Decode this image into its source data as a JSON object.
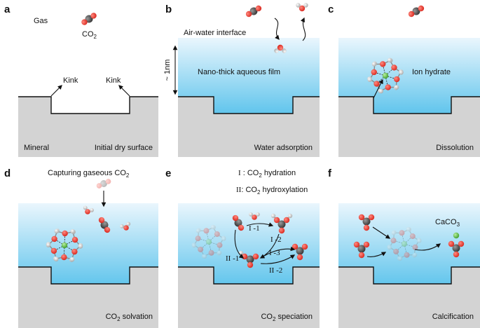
{
  "panels": {
    "a": {
      "letter": "a",
      "gas_label": "Gas",
      "co2_main": "CO",
      "co2_sub": "2",
      "kink_left": "Kink",
      "kink_right": "Kink",
      "mineral_label": "Mineral",
      "caption": "Initial dry surface"
    },
    "b": {
      "letter": "b",
      "interface_label": "Air-water interface",
      "film_label": "Nano-thick aqueous film",
      "thickness_label": "~ 1nm",
      "caption": "Water adsorption"
    },
    "c": {
      "letter": "c",
      "ion_label": "Ion hydrate",
      "caption": "Dissolution"
    },
    "d": {
      "letter": "d",
      "title_main": "Capturing gaseous CO",
      "title_sub": "2",
      "caption_main": "CO",
      "caption_sub": "2",
      "caption_rest": " solvation"
    },
    "e": {
      "letter": "e",
      "legend_1_roman": "I",
      "legend_1_main": " : CO",
      "legend_1_sub": "2",
      "legend_1_rest": " hydration",
      "legend_2_roman": "II",
      "legend_2_main": ": CO",
      "legend_2_sub": "2",
      "legend_2_rest": " hydroxylation",
      "step_i1": "I -1",
      "step_i2": "I -2",
      "step_i3": "I -3",
      "step_ii1": "II -1",
      "step_ii2": "II -2",
      "caption_main": "CO",
      "caption_sub": "2",
      "caption_rest": " speciation"
    },
    "f": {
      "letter": "f",
      "product_main": "CaCO",
      "product_sub": "3",
      "caption": "Calcification"
    }
  },
  "colors": {
    "water_top": "#eaf6fd",
    "water_bottom": "#5ec4ec",
    "mineral": "#d3d3d3",
    "carbon": "#555555",
    "oxygen": "#ef4035",
    "hydrogen": "#c8c8c8",
    "calcium": "#63c24a"
  }
}
